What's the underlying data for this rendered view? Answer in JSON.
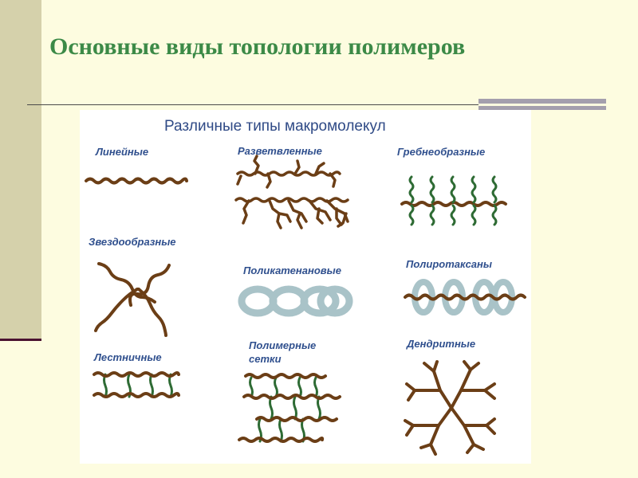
{
  "slide": {
    "title": "Основные виды топологии полимеров"
  },
  "figure": {
    "title": "Различные типы макромолекул",
    "labels": {
      "linear": "Линейные",
      "branched": "Разветвленные",
      "comb": "Гребнеобразные",
      "star": "Звездообразные",
      "polycatenane": "Поликатенановые",
      "polyrotaxane": "Полиротаксаны",
      "ladder": "Лестничные",
      "network_line1": "Полимерные",
      "network_line2": "сетки",
      "dendritic": "Дендритные"
    },
    "colors": {
      "chain": "#6b3e16",
      "crosslink": "#2e6b34",
      "ring": "#a9c3c8",
      "label": "#30508e",
      "title": "#2f4a86",
      "slide_title": "#3c8a47"
    },
    "icons": [
      "linear-chain-icon",
      "branched-chain-icon",
      "comb-chain-icon",
      "star-chain-icon",
      "polycatenane-rings-icon",
      "polyrotaxane-icon",
      "ladder-chain-icon",
      "network-chain-icon",
      "dendrimer-icon"
    ]
  }
}
